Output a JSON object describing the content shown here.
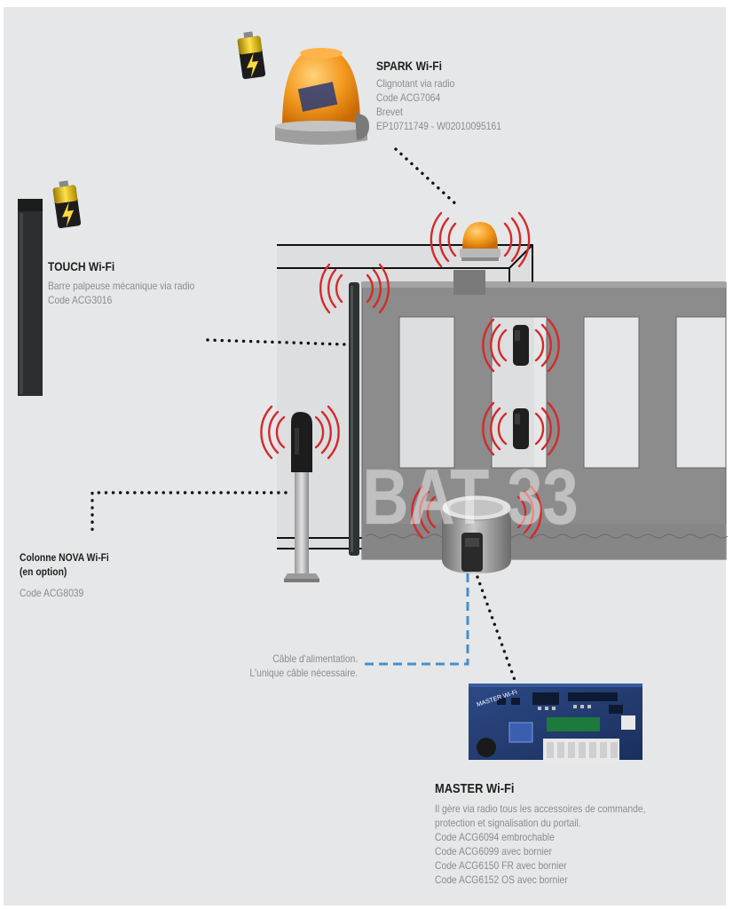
{
  "watermark": "BAT 33",
  "spark": {
    "title": "SPARK Wi-Fi",
    "lines": [
      "Clignotant via radio",
      "Code ACG7064",
      "Brevet",
      "EP10711749 - W02010095161"
    ]
  },
  "touch": {
    "title": "TOUCH Wi-Fi",
    "lines": [
      "Barre palpeuse mécanique via radio",
      "Code ACG3016"
    ]
  },
  "nova": {
    "title_line1": "Colonne NOVA Wi-Fi",
    "title_line2": "(en option)",
    "code": "Code ACG8039"
  },
  "cable": {
    "lines": [
      "Câble d'alimentation.",
      "L'unique câble nécessaire."
    ]
  },
  "master": {
    "title": "MASTER Wi-Fi",
    "board_label": "MASTER Wi-Fi",
    "lines": [
      "Il gère via radio tous les accessoires de commande,",
      "protection et signalisation du portail.",
      "Code ACG6094 embrochable",
      "Code ACG6099 avec bornier",
      "Code ACG6150 FR avec bornier",
      "Code ACG6152 OS avec bornier"
    ]
  },
  "colors": {
    "background": "#e6e7e8",
    "gate": "#8c8c8c",
    "signal": "#d42a2a",
    "lamp": "#f39a1f",
    "cable": "#4a8fc6",
    "text_title": "#1e1e1e",
    "text_body": "#8a8c8f"
  },
  "icons": [
    "battery-icon",
    "flashing-lamp-icon",
    "radio-signal-icon",
    "photocell-icon",
    "motor-icon",
    "control-board-icon"
  ]
}
